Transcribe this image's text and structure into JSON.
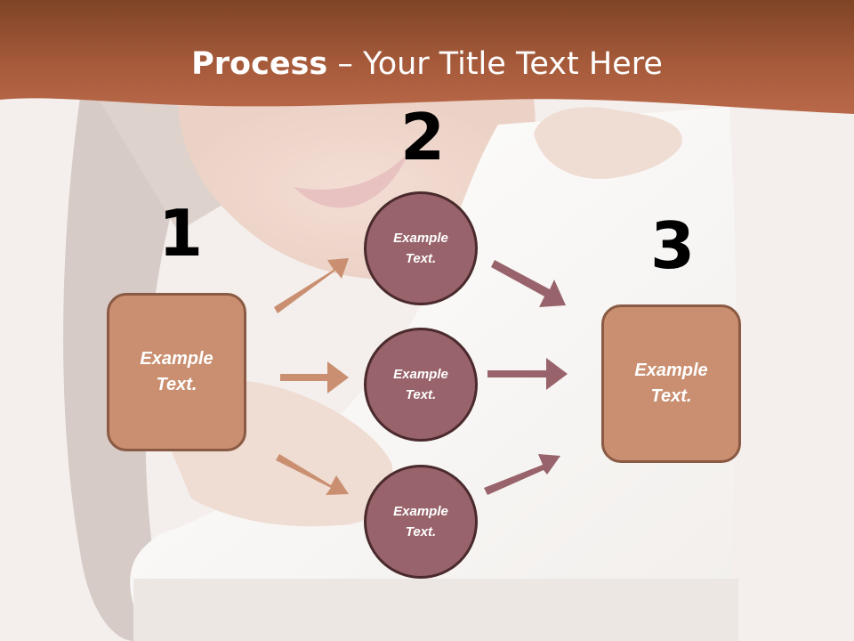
{
  "title": {
    "bold": "Process",
    "rest": " – Your Title Text Here"
  },
  "steps": {
    "one": "1",
    "two": "2",
    "three": "3"
  },
  "left_box": {
    "text": "Example\nText."
  },
  "right_box": {
    "text": "Example\nText."
  },
  "circles": [
    {
      "text": "Example\nText."
    },
    {
      "text": "Example\nText."
    },
    {
      "text": "Example\nText."
    }
  ],
  "colors": {
    "banner": "#a5593a",
    "box_fill": "#c98f70",
    "box_border": "#8a5a44",
    "circle_fill": "#98636a",
    "circle_border": "#4a2a2c",
    "arrow_left": "#c98f70",
    "arrow_right": "#98636a"
  }
}
